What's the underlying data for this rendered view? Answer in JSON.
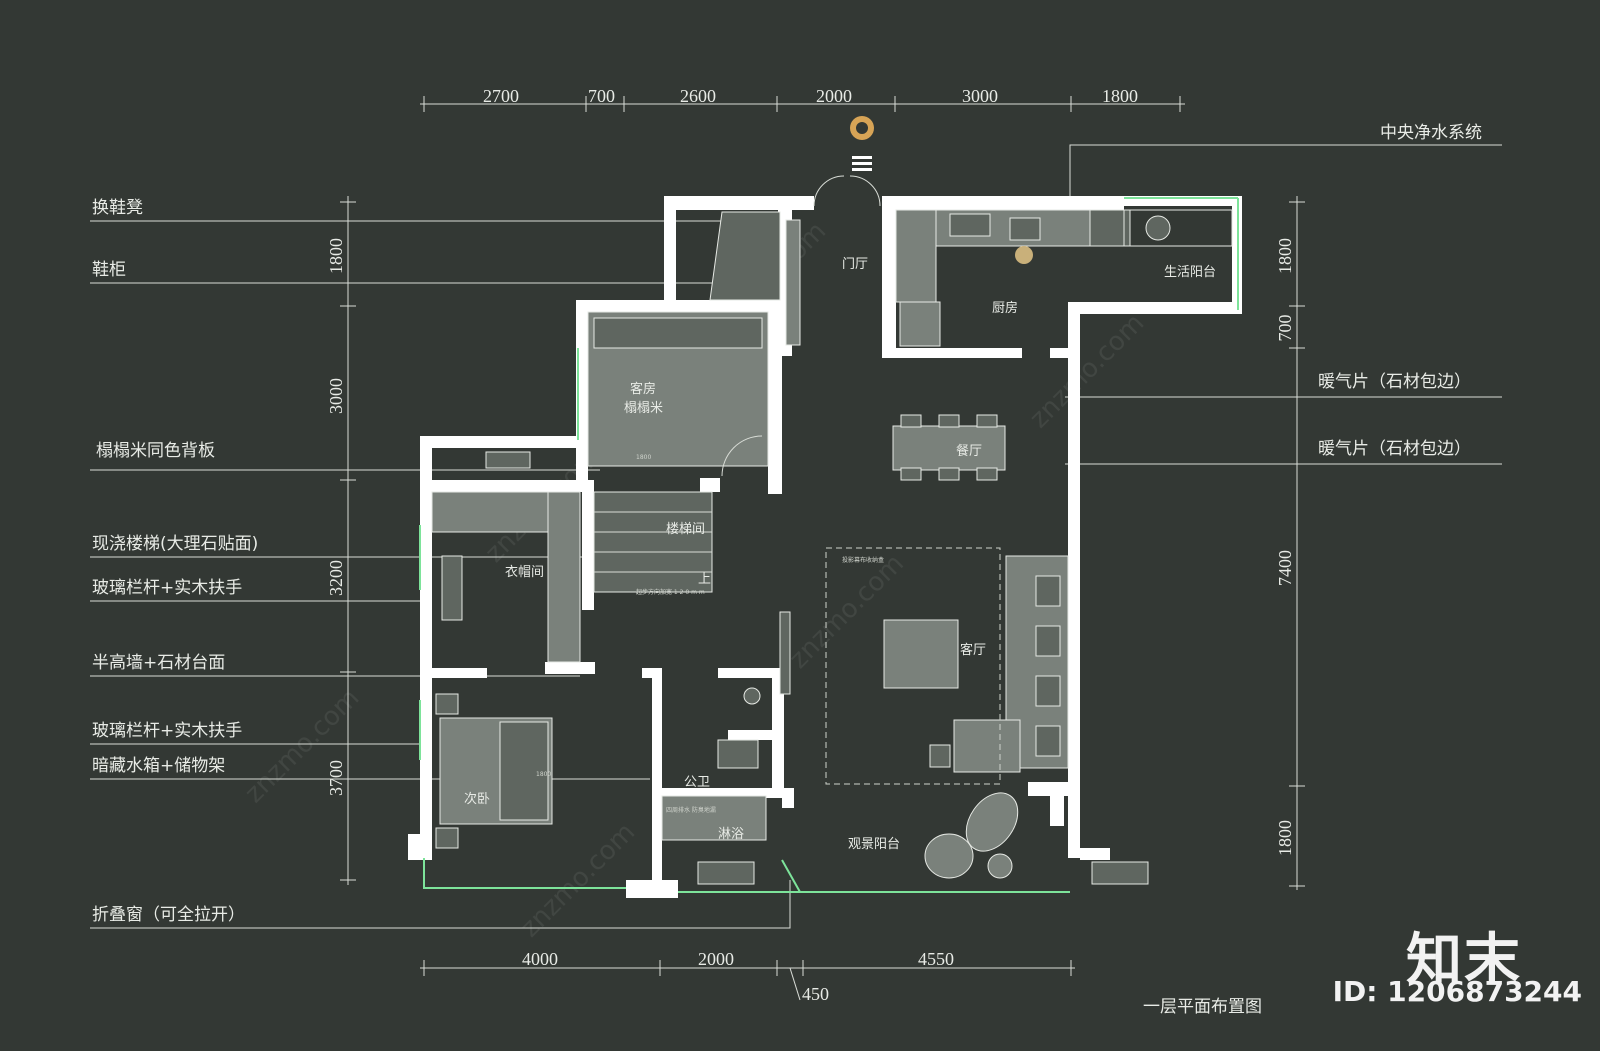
{
  "dims_top": [
    "2700",
    "700",
    "2600",
    "2000",
    "3000",
    "1800"
  ],
  "dims_bottom": [
    "4000",
    "2000",
    "4550",
    "450"
  ],
  "dims_left": [
    "1800",
    "3000",
    "3200",
    "3700"
  ],
  "dims_right": [
    "1800",
    "700",
    "7400",
    "1800"
  ],
  "callouts_left": [
    "换鞋凳",
    "鞋柜",
    "榻榻米同色背板",
    "现浇楼梯(大理石贴面)",
    "玻璃栏杆+实木扶手",
    "半高墙+石材台面",
    "玻璃栏杆+实木扶手",
    "暗藏水箱+储物架",
    "折叠窗（可全拉开）"
  ],
  "callouts_right": [
    "中央净水系统",
    "暖气片（石材包边）",
    "暖气片（石材包边）"
  ],
  "rooms": {
    "entry": "门厅",
    "kitchen": "厨房",
    "utility_balcony": "生活阳台",
    "guest_room": "客房",
    "tatami": "榻榻米",
    "dining": "餐厅",
    "stair": "楼梯间",
    "wardrobe": "衣帽间",
    "living": "客厅",
    "bath": "公卫",
    "second_bedroom": "次卧",
    "view_balcony": "观景阳台",
    "shower": "淋浴"
  },
  "small_notes": {
    "tatami_width": "1800",
    "bed_length": "1800",
    "stair_up": "上",
    "stair_note": "起步方向加宽 1 2 0 m m",
    "drain_note": "四周排水 防臭地漏",
    "living_note": "投影幕布收纳盒"
  },
  "plan_title": "一层平面布置图",
  "watermark": "znzmo.com",
  "brand": "知末",
  "id_label": "ID: 1206873244",
  "colors": {
    "background": "#333834",
    "wall": "#ffffff",
    "glass": "#7de39a",
    "furniture": "#7a817b"
  }
}
